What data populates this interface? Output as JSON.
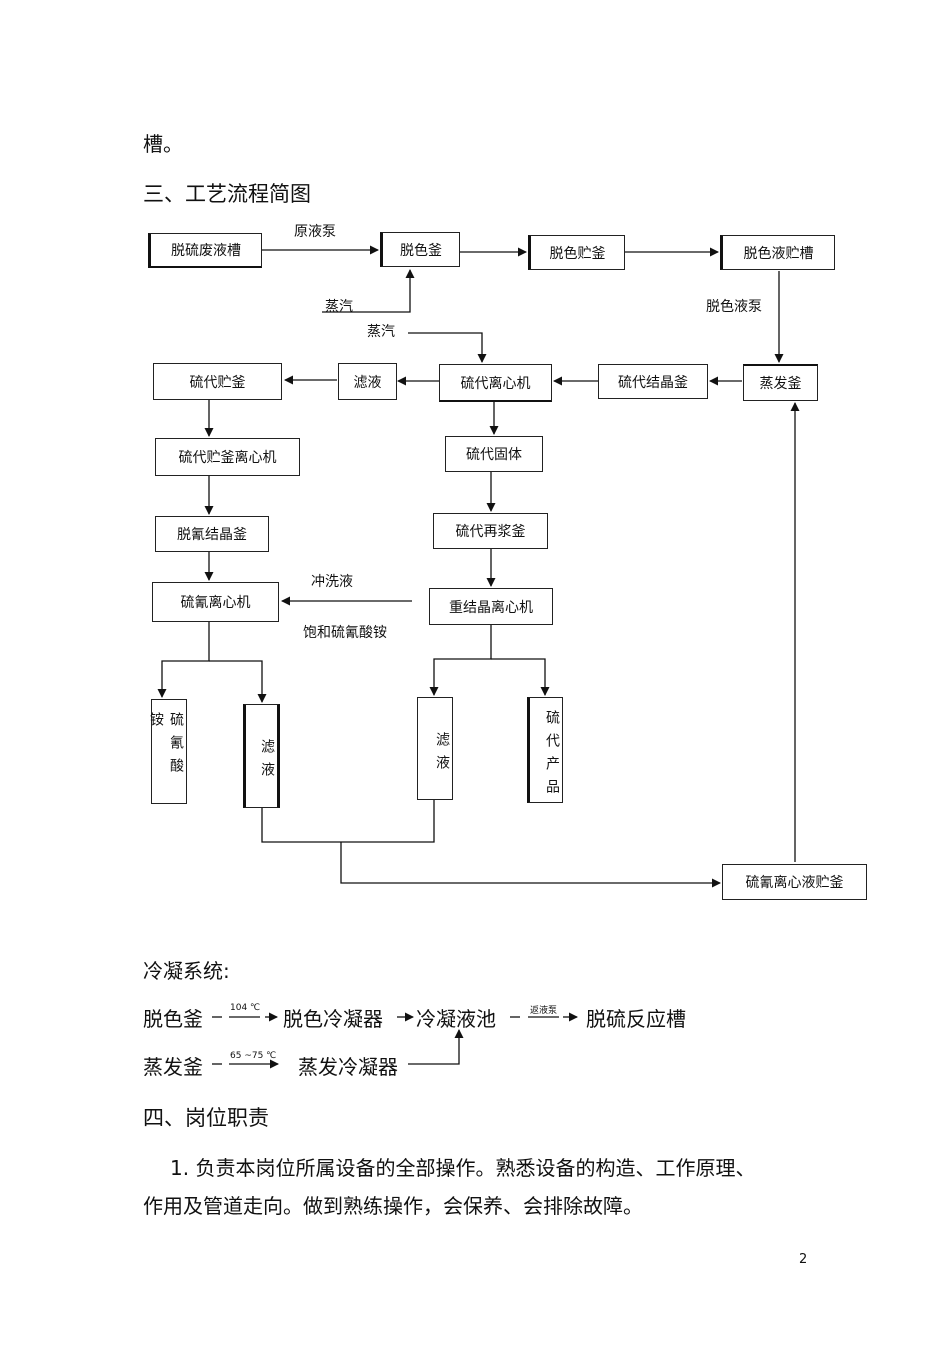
{
  "intro_tail": "槽。",
  "section3_title": "三、工艺流程简图",
  "boxes": {
    "tuoliu_feiye_cao": "脱硫废液槽",
    "tuose_fu": "脱色釜",
    "tuose_zhu_fu": "脱色贮釜",
    "tuose_ye_zhu_cao": "脱色液贮槽",
    "zhengfa_fu": "蒸发釜",
    "liudai_jiejing_fu": "硫代结晶釜",
    "liudai_lixin_ji": "硫代离心机",
    "lvye": "滤液",
    "liudai_zhu_fu": "硫代贮釜",
    "liudai_zhu_fu_lixin_ji": "硫代贮釜离心机",
    "tuoqing_jiejing_fu": "脱氰结晶釜",
    "liuqing_lixin_ji": "硫氰离心机",
    "liudai_guti": "硫代固体",
    "liudai_zaijiang_fu": "硫代再浆釜",
    "chongjiejing_lixin_ji": "重结晶离心机",
    "liuqing_suan_an": "硫氰酸铵",
    "lvye_left": "滤液",
    "lvye_right": "滤液",
    "liudai_chanpin": "硫代产品",
    "liuqing_lixin_ye_zhu_fu": "硫氰离心液贮釜"
  },
  "labels": {
    "yuanye_beng": "原液泵",
    "zhengqi_1": "蒸汽",
    "zhengqi_2": "蒸汽",
    "tuose_ye_beng": "脱色液泵",
    "chongxi_ye": "冲洗液",
    "baohe_liuqing_suan_an": "饱和硫氰酸铵"
  },
  "condense": {
    "title": "冷凝系统:",
    "row1_start": "脱色釜",
    "row1_temp": "104 ℃",
    "row1_mid": "脱色冷凝器",
    "row1_pool": "冷凝液池",
    "row1_pump": "返液泵",
    "row1_end": "脱硫反应槽",
    "row2_start": "蒸发釜",
    "row2_temp": "65 ~75 ℃",
    "row2_mid": "蒸发冷凝器"
  },
  "section4_title": "四、岗位职责",
  "duty_1_line1": "1. 负责本岗位所属设备的全部操作。熟悉设备的构造、工作原理、",
  "duty_1_line2": "作用及管道走向。做到熟练操作，会保养、会排除故障。",
  "page_number": "2"
}
